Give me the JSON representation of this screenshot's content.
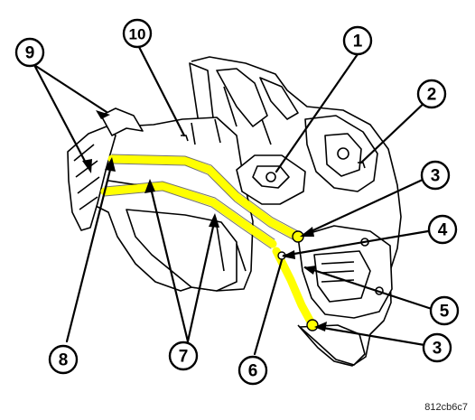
{
  "callouts": {
    "c1": "1",
    "c2": "2",
    "c3a": "3",
    "c3b": "3",
    "c4": "4",
    "c5": "5",
    "c6": "6",
    "c7": "7",
    "c8": "8",
    "c9": "9",
    "c10": "10"
  },
  "figure_id": "812cb6c7",
  "colors": {
    "highlight": "#ffff00",
    "line": "#000000",
    "background": "#ffffff"
  }
}
